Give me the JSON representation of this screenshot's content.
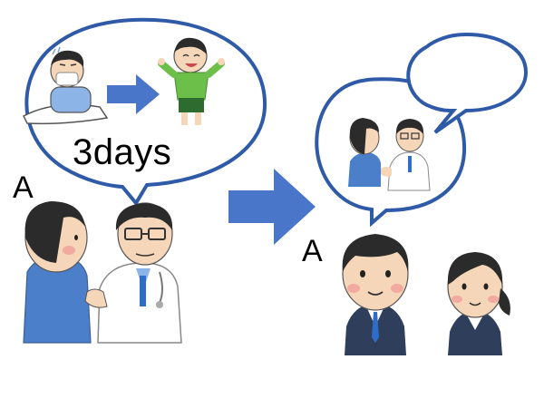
{
  "bubble_left": {
    "caption": "3days"
  },
  "labels": {
    "person_left": "A",
    "person_right": "A"
  },
  "colors": {
    "bubble_stroke": "#2f5aa8",
    "arrow_fill": "#4a76c9",
    "skin": "#f6d6b8",
    "blush": "#f1a9a0",
    "hair": "#2b2b2b",
    "patient_shirt": "#4b7fc9",
    "child_shirt": "#6cc04a",
    "child_shorts": "#2e6b2e",
    "coat": "#ffffff",
    "suit": "#2f3e5a",
    "tie": "#2f6ec8"
  },
  "icons": [
    "sick-child-icon",
    "healthy-child-icon",
    "patient-icon",
    "doctor-icon",
    "man-in-suit-icon",
    "woman-in-suit-icon"
  ]
}
